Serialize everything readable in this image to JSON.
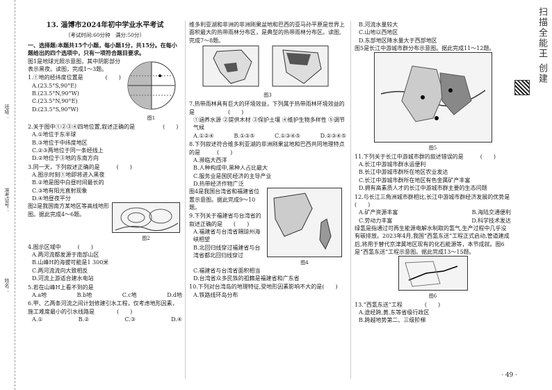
{
  "margin": {
    "l1": "班级：",
    "l2": "准考证号：",
    "l3": "姓名："
  },
  "title": "13. 淄博市2024年初中学业水平考试",
  "subtitle": "（考试时间:60分钟　满分:50分）",
  "sec1": "一、选择题:本题共15个小题，每小题1分，共15分。在每小题给出的四个选项中，只有一项符合题目要求。",
  "g1": "图1是地球光照示意图，其中阴影部分表示黑夜。读图，完成1～3题。",
  "q1": "1.①地的经纬度位置是　　　　(　　)",
  "q1o": [
    "A.(23.5°S,90°E)",
    "B.(23.5°N,90°W)",
    "C.(23.5°N,90°E)",
    "D.(23.5°S,90°W)"
  ],
  "q2": "2.关于图中①②③④四地位置,叙述正确的是　　　　　(　　)",
  "q2o": [
    "A.①地位于东半球",
    "B.③地位于中纬度地区",
    "C.②③两地位于同一条经线上",
    "D.②地位于③地的东南方向"
  ],
  "q3": "3.同一天，下列叙述正确的是　　　(　　)",
  "q3o": [
    "A.图示时刻①地即将进入黑夜",
    "B.②地是图中白昼时间最长的",
    "C.③地有阳光直射现象",
    "D.④地昼夜平分"
  ],
  "g2": "图2是我国南方某地区等高线地形图。据此完成4～6题。",
  "q4": "4.图示区域中　　　(　　)",
  "q4o": [
    "A.两河流都发源于南部山区",
    "B.山峰H的海拔可能是1 300米",
    "C.两河流流向大致相反",
    "D.河流上游适合建水电站"
  ],
  "q5": "5.若在山峰H上看不到的是",
  "q5o": [
    "A.a地",
    "B.b地",
    "C.c地",
    "D.d地"
  ],
  "q6": "6.甲、乙两条河流之间计划修建引水工程，仅考虑地形因素，施工难度最小的引水线路是　　　　(　　)",
  "q6o": [
    "A.①",
    "B.②",
    "C.③",
    "D.④"
  ],
  "fig1": "图1",
  "fig2": "图2",
  "fig3": "图3",
  "fig4": "图4",
  "fig5": "图5",
  "fig6": "图6",
  "g3": "维多利亚湖和非洲的非洲刚果盆地和巴西的亚马孙平原是世界上面积最大的热带雨林分布区，是典型的热带雨林分布区。读图,完成7～8题。",
  "q7": "7.热带雨林具有巨大的环境效益，下列属于热带雨林环境效益的是　　　　　　(　　)",
  "q7a": "①涵养水源 ②提供木材 ③保护土壤 ④维护生物多样性 ⑤调节气候",
  "q7o": [
    "A.①②④",
    "B.①③⑤",
    "C.①③④⑤",
    "D.②③④⑤"
  ],
  "q8": "8.下列叙述符合维多利亚湖的非洲刚果盆地和巴西共同地理特点的是　　　(　　)",
  "q8o": [
    "A.濒临大西洋",
    "B.人种构成中,黑种人占比最大",
    "C.服务业是国民经济的主导产业",
    "D.热带经济作物广泛"
  ],
  "g4": "图4是我国台湾省和福建省位置示意图。据此完成9～10题。",
  "q9": "9.下列关于福建省与台湾省的叙述正确的是　　(　　)",
  "q9o": [
    "A.福建省与台湾省隔琼州海峡相望",
    "B.北回归线穿过福建省与台湾省都北回归线穿过",
    "C.福建省与台湾省面积相当",
    "D.台湾省众多民族的祖籍是福建省和广东省"
  ],
  "q10": "10.下列对台湾岛的地理特征,受地形因素影响不大的是(　　)",
  "q10o": [
    "A.铁路线环岛分布"
  ],
  "c3top": [
    "B.河流水量较大",
    "C.山地以西地区",
    "D.东部地区降水量大于西部地区"
  ],
  "g5": "图5是长江中游城市群分布示意图。据此完成11～12题。",
  "q11": "11.下列关于长江中游城市群的叙述错误的是　　　(　　)",
  "q11o": [
    "A.长江中游城市群水运便利",
    "B.长江中游城市群所在地区农业发达",
    "C.长江中游城市群所在地区有色金属矿产丰富",
    "D.拥有高素质人才的长江中游城市群主要的生态问题"
  ],
  "q12": "12.与长江三角洲城市群相比,长江中游城市群经济发展的优势是(　　)",
  "q12o": [
    "A.矿产资源丰富",
    "B.海陆交通便利",
    "C.劳动力丰富",
    "D.科学技术发达"
  ],
  "g6": "绿氢是指通过可再生能源电解水制取的氢气,生产过程中几乎没有碳排放。2023年4月,我国“西氢东送”工程正式启动,管道建成后,将用于替代京津冀地区现有的化石能源等，本节成就。图6是“西氢东送”工程示意图。据此完成13～15题。",
  "q13": "13.“西氢东送”工程　　　　(　　)",
  "q13o": [
    "A.途经跨,黄,东等省级行政区",
    "B.跨越地势第二、三级阶梯"
  ],
  "brand": "扫描全能王 创建",
  "pageno": "· 49 ·"
}
